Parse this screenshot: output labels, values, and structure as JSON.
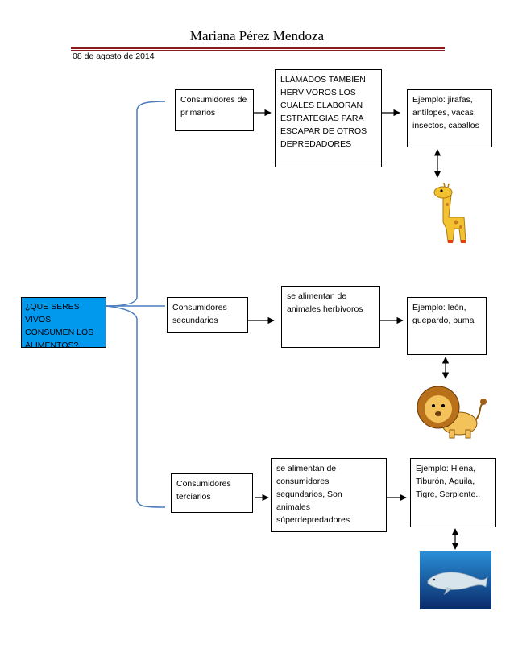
{
  "header": {
    "author": "Mariana Pérez Mendoza",
    "date": "08 de agosto de 2014"
  },
  "question": {
    "text": "¿QUE SERES VIVOS\nCONSUMEN LOS\nALIMENTOS?",
    "color": "#0099ee"
  },
  "rows": [
    {
      "category": "Consumidores de\nprimarios",
      "description": "LLAMADOS TAMBIEN\nHERVIVOROS LOS\nCUALES ELABORAN\nESTRATEGIAS PARA\nESCAPAR DE OTROS\nDEPREDADORES",
      "example": "Ejemplo: jirafas,\nantílopes, vacas,\ninsectos, caballos",
      "image": "giraffe-image"
    },
    {
      "category": "Consumidores\nsecundarios",
      "description": "se alimentan de\nanimales herbívoros",
      "example": "Ejemplo: león,\nguepardo, puma",
      "image": "lion-image"
    },
    {
      "category": "Consumidores\nterciarios",
      "description": "se alimentan de\nconsumidores\nsegundarios, Son\nanimales\nsúperdepredadores",
      "example": "Ejemplo:  Hiena,\nTiburón, Águila,\nTigre, Serpiente..",
      "image": "whale-image"
    }
  ],
  "colors": {
    "header_rule": "#8b1a1a",
    "brace": "#4a7bbf",
    "question_fill": "#0099ee"
  }
}
